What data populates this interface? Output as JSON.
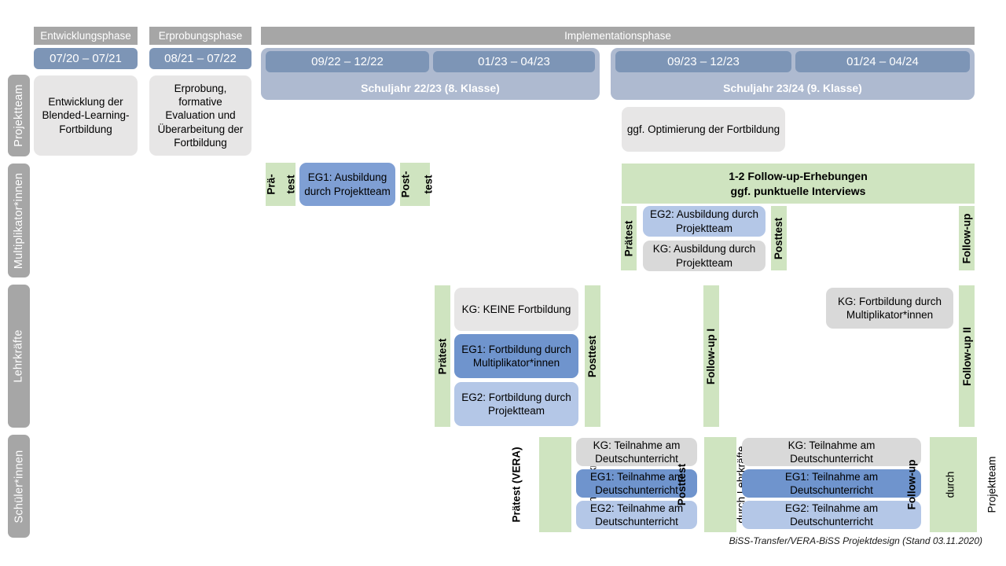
{
  "roles": [
    {
      "id": "projektteam",
      "label": "Projektteam"
    },
    {
      "id": "multiplikatorinnen",
      "label": "Multiplikator*innen"
    },
    {
      "id": "lehrkraefte",
      "label": "Lehrkräfte"
    },
    {
      "id": "schuelerinnen",
      "label": "Schüler*innen"
    }
  ],
  "phases": [
    {
      "id": "entwicklungsphase",
      "label": "Entwicklungsphase"
    },
    {
      "id": "erprobungsphase",
      "label": "Erprobungsphase"
    },
    {
      "id": "implementationsphase",
      "label": "Implementationsphase"
    }
  ],
  "periods": [
    {
      "id": "p1",
      "label": "07/20 – 07/21"
    },
    {
      "id": "p2",
      "label": "08/21 – 07/22"
    },
    {
      "id": "p3",
      "label": "09/22 – 12/22"
    },
    {
      "id": "p4",
      "label": "01/23 – 04/23"
    },
    {
      "id": "p5",
      "label": "09/23 – 12/23"
    },
    {
      "id": "p6",
      "label": "01/24 – 04/24"
    }
  ],
  "school_years": [
    {
      "id": "sy2223",
      "label": "Schuljahr 22/23 (8. Klasse)"
    },
    {
      "id": "sy2324",
      "label": "Schuljahr 23/24 (9. Klasse)"
    }
  ],
  "projektteam": {
    "entwicklung": "Entwicklung der Blended-Learning-Fortbildung",
    "erprobung": "Erprobung, formative Evaluation und Überarbeitung der Fortbildung",
    "optimierung": "ggf. Optimierung der Fortbildung"
  },
  "multiplikatoren": {
    "praetest_l1": "Prä-",
    "praetest_l2": "test",
    "eg1": "EG1: Ausbildung durch Projektteam",
    "posttest_l1": "Post-",
    "posttest_l2": "test",
    "followup_band_l1": "1-2 Follow-up-Erhebungen",
    "followup_band_l2": "ggf. punktuelle Interviews",
    "praetest2": "Prätest",
    "eg2": "EG2:  Ausbildung durch Projektteam",
    "kg": "KG: Ausbildung durch Projektteam",
    "posttest2": "Posttest",
    "followup": "Follow-up"
  },
  "lehrkraefte": {
    "praetest": "Prätest",
    "kg_keine": "KG:  KEINE Fortbildung",
    "eg1": "EG1: Fortbildung durch Multiplikator*innen",
    "eg2": "EG2: Fortbildung durch Projektteam",
    "posttest": "Posttest",
    "followup1": "Follow-up I",
    "kg_fortbildung": "KG: Fortbildung durch Multiplikator*innen",
    "followup2": "Follow-up II"
  },
  "schuelerinnen": {
    "praetest_bold": "Prätest (VERA)",
    "praetest_sub": "durch Lehrkräfte",
    "kg_1": "KG: Teilnahme am Deutschunterricht",
    "eg1_1": "EG1: Teilnahme am Deutschunterricht",
    "eg2_1": "EG2: Teilnahme am Deutschunterricht",
    "posttest_bold": "Posttest",
    "posttest_sub": "durch Lehrkräfte",
    "kg_2": "KG: Teilnahme am Deutschunterricht",
    "eg1_2": "EG1: Teilnahme am Deutschunterricht",
    "eg2_2": "EG2: Teilnahme am Deutschunterricht",
    "followup_bold": "Follow-up",
    "followup_sub1": "durch",
    "followup_sub2": "Projektteam"
  },
  "footer": {
    "caption": "BiSS-Transfer/VERA-BiSS Projektdesign (Stand 03.11.2020)"
  },
  "colors": {
    "gray_header": "#a6a6a6",
    "date_chip": "#7d95b6",
    "year_band": "#aebad0",
    "green": "#cfe4c0",
    "box_gray_light": "#e7e6e6",
    "box_gray": "#d9d9d9",
    "blue_eg1": "#7f9fd4",
    "blue_eg1_dark": "#6f94cd",
    "blue_eg2": "#b4c7e7"
  }
}
